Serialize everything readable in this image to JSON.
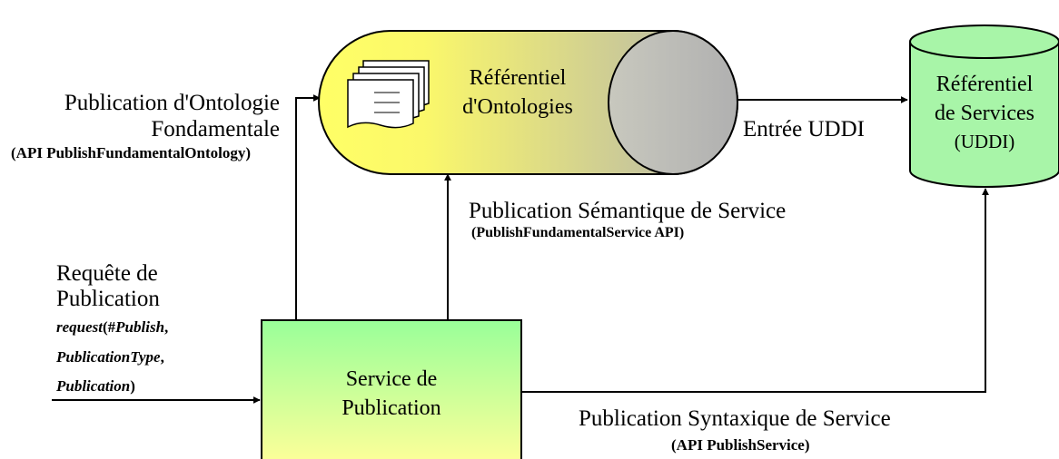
{
  "nodes": {
    "ontology_repo": {
      "line1": "Référentiel",
      "line2": "d'Ontologies"
    },
    "service_repo": {
      "line1": "Référentiel",
      "line2": "de Services",
      "line3": "(UDDI)"
    },
    "publication_service": {
      "line1": "Service de",
      "line2": "Publication"
    }
  },
  "edges": {
    "fundamental_ontology": {
      "line1": "Publication d'Ontologie",
      "line2": "Fondamentale",
      "api": "(API PublishFundamentalOntology)"
    },
    "uddi_entry": {
      "label": "Entrée UDDI"
    },
    "semantic_service": {
      "label": "Publication Sémantique de Service",
      "api": "(PublishFundamentalService API)"
    },
    "syntactic_service": {
      "label": "Publication Syntaxique de Service",
      "api": "(API PublishService)"
    },
    "publication_request": {
      "line1": "Requête de",
      "line2": "Publication",
      "call_name": "request",
      "call_open": "(#",
      "arg1": "Publish",
      "sep1": ",",
      "arg2": "PublicationType",
      "sep2": ",",
      "arg3": "Publication",
      "call_close": ")"
    }
  },
  "colors": {
    "ontology_gradient_start": "#ffff66",
    "ontology_gradient_end": "#b0b0b0",
    "service_repo_fill": "#a8f5a8",
    "publication_gradient_top": "#99ff99",
    "publication_gradient_bottom": "#ffff99",
    "document_icon_fill": "#ffffff"
  },
  "icons": {
    "ontology_repo_icon": "document-stack-icon"
  }
}
